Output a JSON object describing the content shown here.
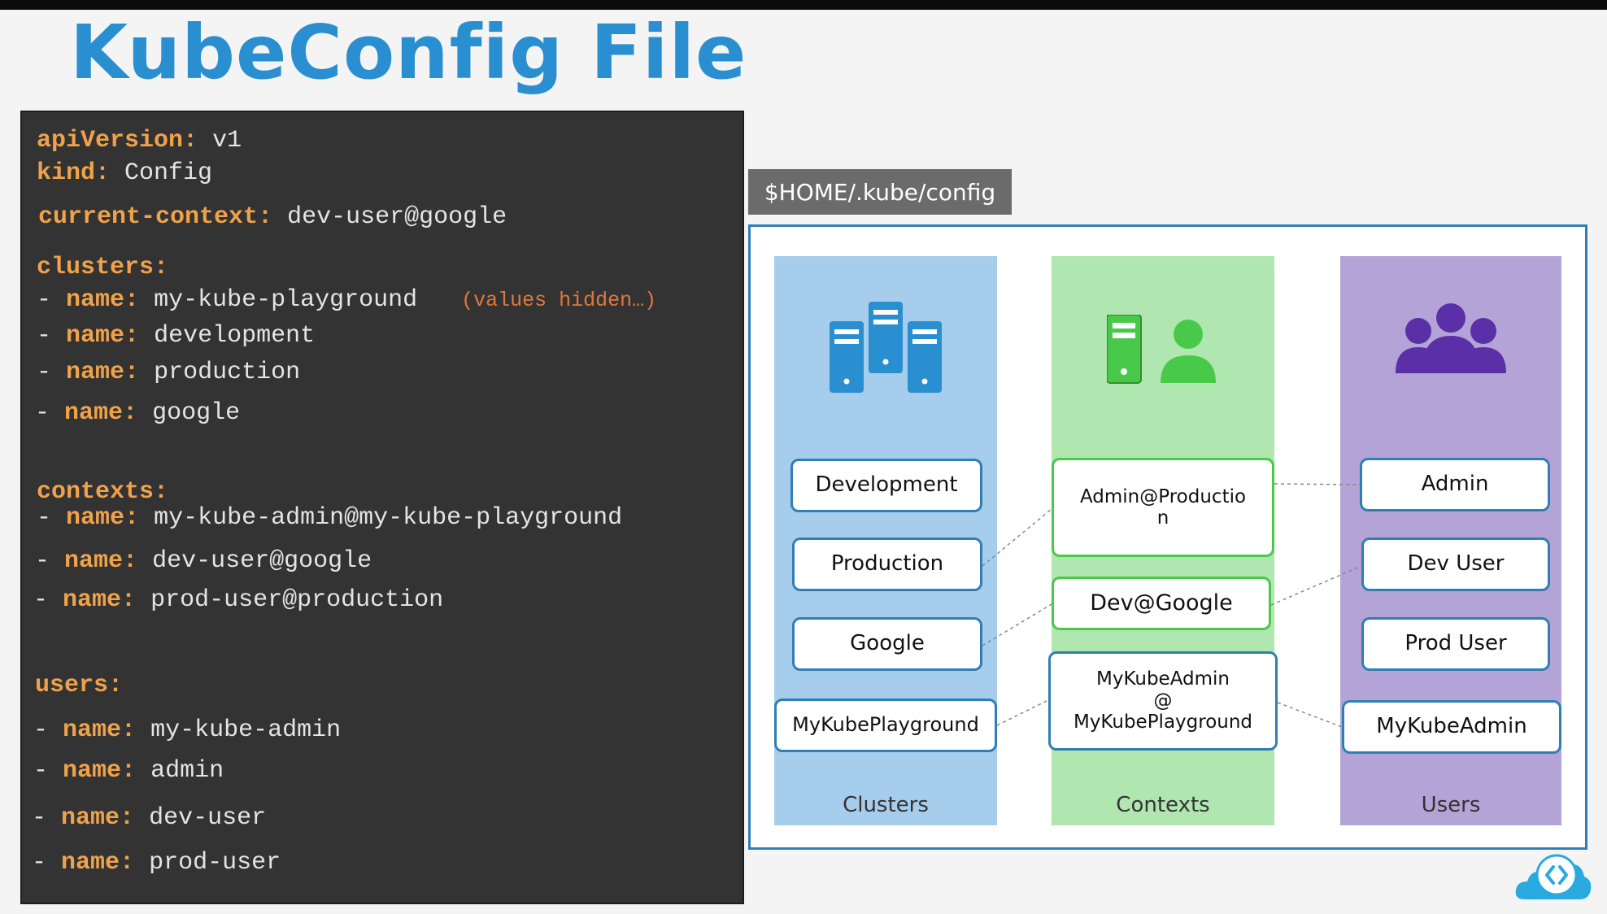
{
  "title": "KubeConfig File",
  "code": {
    "api_key": "apiVersion:",
    "api_val": "v1",
    "kind_key": "kind:",
    "kind_val": "Config",
    "ctx_key": "current-context:",
    "ctx_val": "dev-user@google",
    "clusters_key": "clusters:",
    "contexts_key": "contexts:",
    "users_key": "users:",
    "dash": "-",
    "name_key": "name:",
    "values_note": "(values hidden…)",
    "clusters": [
      "my-kube-playground",
      "development",
      "production",
      "google"
    ],
    "contexts": [
      "my-kube-admin@my-kube-playground",
      "dev-user@google",
      "prod-user@production"
    ],
    "users": [
      "my-kube-admin",
      "admin",
      "dev-user",
      "prod-user"
    ]
  },
  "path_label": "$HOME/.kube/config",
  "diagram": {
    "clusters_label": "Clusters",
    "contexts_label": "Contexts",
    "users_label": "Users",
    "clusters": [
      "Development",
      "Production",
      "Google",
      "MyKubePlayground"
    ],
    "contexts": {
      "admin_line1": "Admin@Productio",
      "admin_line2": "n",
      "dev": "Dev@Google",
      "mykube_line1": "MyKubeAdmin",
      "mykube_line2": "@",
      "mykube_line3": "MyKubePlayground"
    },
    "users": [
      "Admin",
      "Dev User",
      "Prod User",
      "MyKubeAdmin"
    ],
    "colors": {
      "clusters": "#a7cdec",
      "contexts": "#b0e7b0",
      "users": "#b3a3d6",
      "cluster_icon": "#2a8fd0",
      "context_icon": "#49c949",
      "users_icon": "#5a2fa8"
    }
  }
}
